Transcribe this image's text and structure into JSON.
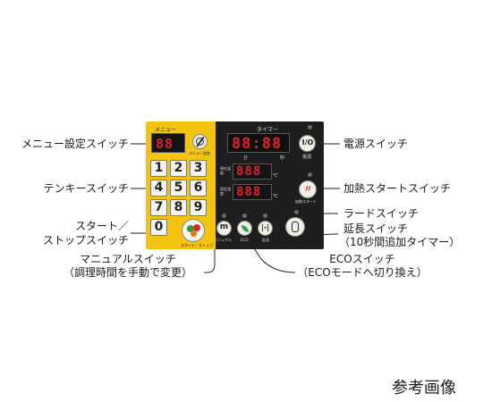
{
  "panel": {
    "menu_header": "メニュー",
    "timer_header": "タイマー",
    "menu_setting_small": "メニュー設定",
    "start_stop_small": "スタート／ストップ",
    "manual_small": "マニュアル",
    "eco_small": "ECO",
    "extend_small": "延長",
    "power_small": "電源",
    "heat_start_small": "加熱スタート",
    "minute_unit": "分",
    "second_unit": "秒",
    "temp_label_1": "現在温度",
    "temp_label_2": "設定温度",
    "celsius_1": "℃",
    "celsius_2": "℃",
    "menu_display": "88",
    "timer_display": "88:88",
    "temp_display_1": "888",
    "temp_display_2": "888",
    "keys": [
      "1",
      "2",
      "3",
      "4",
      "5",
      "6",
      "7",
      "8",
      "9",
      "0"
    ]
  },
  "labels": {
    "menu_setting_switch": "メニュー設定スイッチ",
    "tenkey_switch": "テンキースイッチ",
    "start_line1": "スタート／",
    "start_line2": "ストップスイッチ",
    "manual_line1": "マニュアルスイッチ",
    "manual_line2": "（調理時間を手動で変更）",
    "power_switch": "電源スイッチ",
    "heat_start_switch": "加熱スタートスイッチ",
    "lard_switch": "ラードスイッチ",
    "extend_line1": "延長スイッチ",
    "extend_line2": "（10秒間追加タイマー）",
    "eco_line1": "ECOスイッチ",
    "eco_line2": "（ECOモードへ切り換え）"
  },
  "footer": {
    "reference_image": "参考画像"
  },
  "colors": {
    "yellow": "#f2c40f",
    "black_panel": "#1e1e1e",
    "segment_red": "#e0202c"
  }
}
